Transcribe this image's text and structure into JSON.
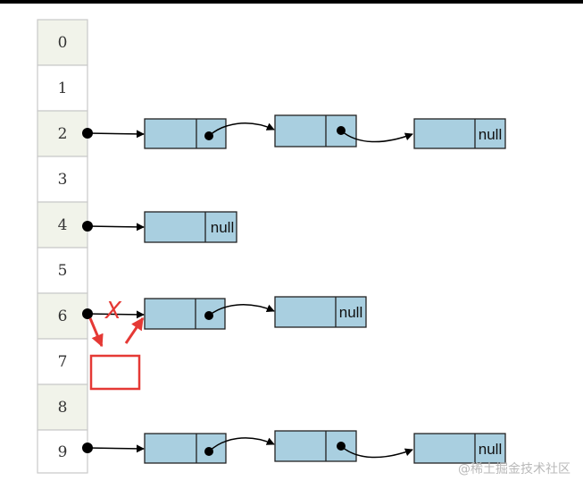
{
  "table": {
    "indices": [
      "0",
      "1",
      "2",
      "3",
      "4",
      "5",
      "6",
      "7",
      "8",
      "9"
    ],
    "shaded": [
      true,
      false,
      true,
      false,
      true,
      false,
      true,
      false,
      true,
      false
    ]
  },
  "chains": [
    {
      "bucket": "2",
      "nodes": 3
    },
    {
      "bucket": "4",
      "nodes": 1
    },
    {
      "bucket": "6",
      "nodes": 2
    },
    {
      "bucket": "9",
      "nodes": 3
    }
  ],
  "labels": {
    "null": "null",
    "cross_mark": "X"
  },
  "colors": {
    "node_fill": "#a9cfe0",
    "cell_shaded": "#f1f3ea",
    "cell_plain": "#ffffff",
    "annotation": "#e53935"
  },
  "watermark": "@稀土掘金技术社区"
}
